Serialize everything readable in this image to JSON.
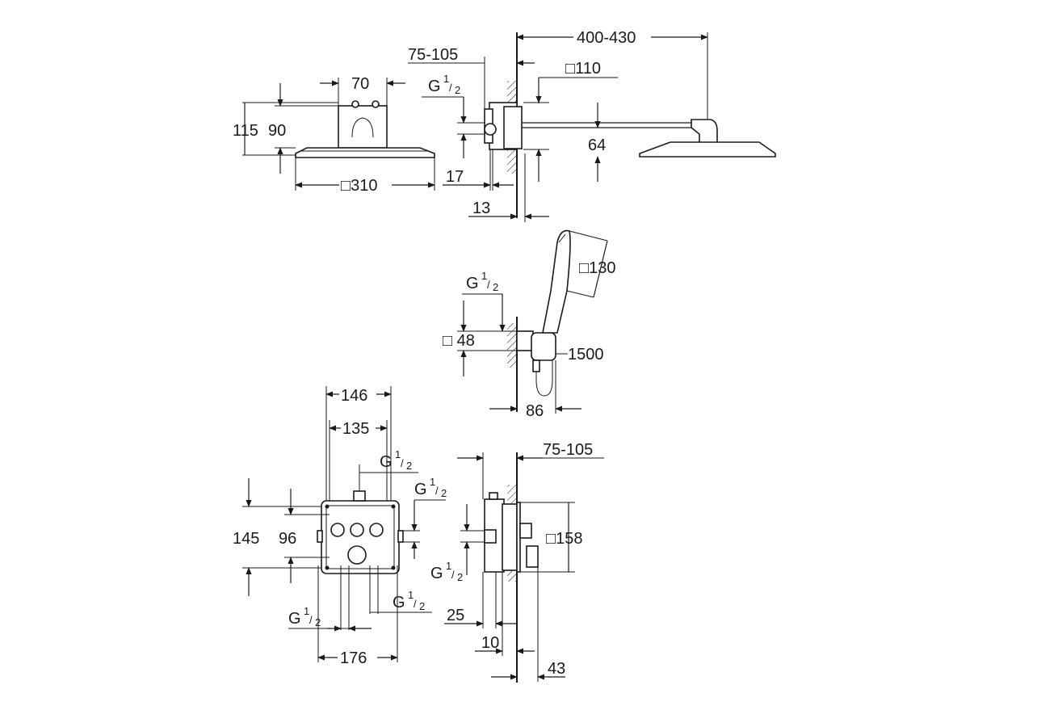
{
  "top_left_view": {
    "width_top": "70",
    "height_outer": "115",
    "height_inner": "90",
    "head_size": "□310"
  },
  "top_right_view": {
    "wall_depth": "75-105",
    "arm_length": "400-430",
    "flange_size": "□110",
    "thread": "G",
    "thread_fraction_num": "1",
    "thread_fraction_den": "2",
    "drop": "64",
    "dim_17": "17",
    "dim_13": "13"
  },
  "hand_shower_view": {
    "head_size": "□130",
    "thread": "G",
    "thread_fraction_num": "1",
    "thread_fraction_den": "2",
    "holder_size": "□ 48",
    "hose_length": "1500",
    "depth": "86"
  },
  "box_front_view": {
    "width_outer": "146",
    "width_inner": "135",
    "thread_top": "G",
    "thread_right": "G",
    "thread_bottom_left": "G",
    "thread_bottom_right": "G",
    "thread_fraction_num": "1",
    "thread_fraction_den": "2",
    "height_outer": "145",
    "height_inner": "96",
    "width_bottom": "176"
  },
  "box_side_view": {
    "wall_depth": "75-105",
    "plate_size": "□158",
    "thread": "G",
    "thread_fraction_num": "1",
    "thread_fraction_den": "2",
    "dim_25": "25",
    "dim_10": "10",
    "dim_43": "43"
  }
}
